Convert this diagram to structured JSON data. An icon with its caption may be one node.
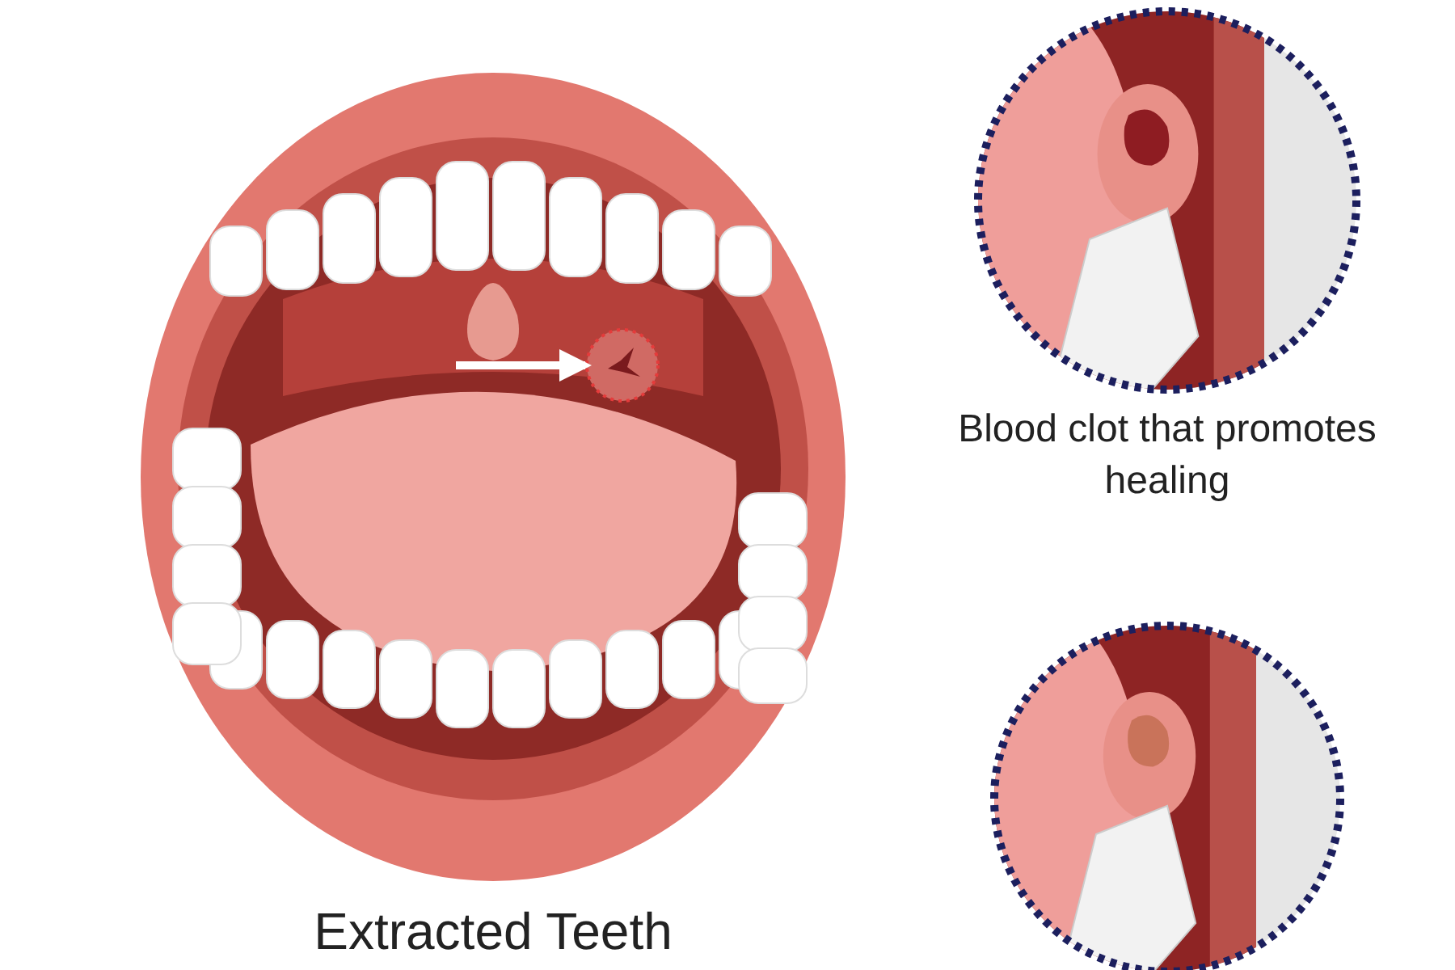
{
  "diagram": {
    "caption": "Extracted Teeth",
    "nodes": [
      {
        "text": [],
        "shape": "picture"
      },
      {
        "text": [],
        "shape": "circle",
        "in": 0
      },
      {
        "text": [],
        "shape": "picture",
        "beside": [
          "Blood clot that promotes healing"
        ]
      },
      {
        "text": [],
        "shape": "picture"
      }
    ],
    "edges": [
      {
        "from": null,
        "to": 1,
        "arrow": "to"
      }
    ]
  }
}
